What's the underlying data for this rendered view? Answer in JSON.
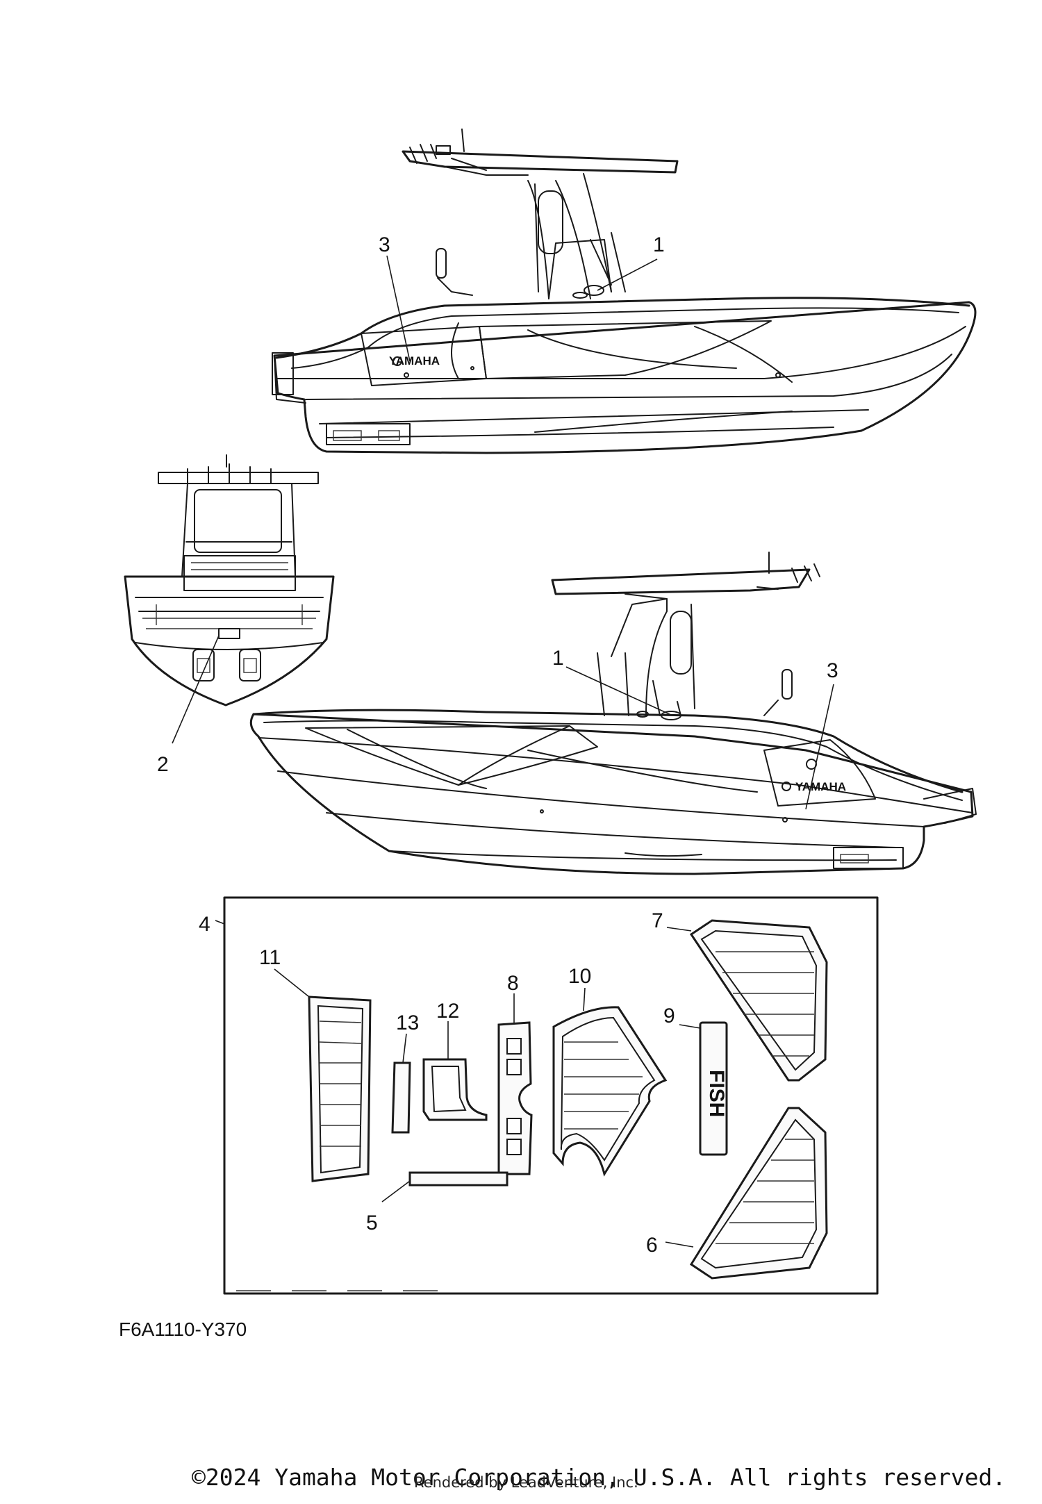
{
  "diagram": {
    "brand_label": "YAMAHA",
    "fish_label": "FISH",
    "callouts": [
      "1",
      "2",
      "3",
      "4",
      "5",
      "6",
      "7",
      "8",
      "9",
      "10",
      "11",
      "12",
      "13"
    ]
  },
  "figure_code": "F6A1110-Y370",
  "footer": {
    "copyright": "©2024 Yamaha Motor Corporation, U.S.A. All rights reserved.",
    "rendered_by": "Rendered by LeadVenture, Inc."
  }
}
